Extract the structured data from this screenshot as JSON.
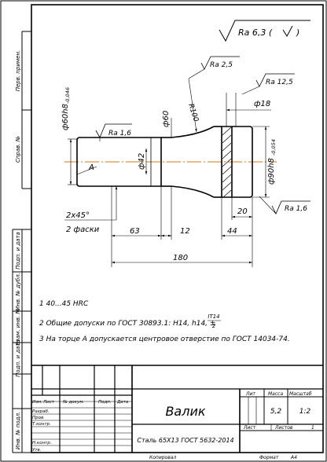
{
  "roughness_general": "Ra 6,3 (",
  "roughness_general_close": ")",
  "roughness": {
    "ra25": "Ra 2,5",
    "ra125": "Ra 12,5",
    "ra16_left": "Ra 1,6",
    "ra16_right": "Ra 1,6"
  },
  "dims": {
    "r100": "R100",
    "d60h8": "ф60h8",
    "d60h8_tol": "-0,046",
    "d60": "ф60",
    "d42": "ф42",
    "d18": "ф18",
    "d90h8": "ф90h8",
    "d90h8_tol": "-0,054",
    "chamfer": "2х45°",
    "chamfer_note": "2 фаски",
    "l63": "63",
    "l12": "12",
    "l44": "44",
    "l20": "20",
    "l180": "180"
  },
  "label_a": "А",
  "notes": [
    "1  40...45 HRC",
    "2  Общие допуски по ГОСТ 30893.1: H14, h14, ±",
    "3  На торце А допускается центровое отверстие по ГОСТ 14034-74."
  ],
  "note2_fraction": {
    "num": "IT14",
    "den": "2"
  },
  "side_labels": [
    "Перв. примен.",
    "Справ. №",
    "Подп. и дата",
    "Инв. № дубл.",
    "Взам. инв. №",
    "Подп. и дата",
    "Инв. № подл."
  ],
  "title_block": {
    "headers": {
      "izm": "Изм.",
      "list": "Лист",
      "ndokum": "№ докум.",
      "podp": "Подп.",
      "data": "Дата"
    },
    "roles": [
      "Разраб.",
      "Пров.",
      "Т.контр.",
      "",
      "Н.контр.",
      "Утв."
    ],
    "name": "Валик",
    "material": "Сталь 65Х13 ГОСТ 5632-2014",
    "lit": "Лит",
    "massa": "Масса",
    "masshtab": "Масштаб",
    "massa_val": "5,2",
    "masshtab_val": "1:2",
    "list": "Лист",
    "listov": "Листов",
    "listov_val": "1",
    "kopiroval": "Копировал",
    "format": "Формат",
    "format_val": "А4"
  }
}
